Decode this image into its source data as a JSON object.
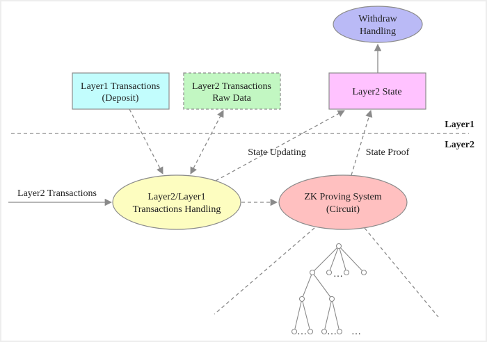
{
  "diagram": {
    "layers": {
      "upper": "Layer1",
      "lower": "Layer2"
    },
    "nodes": {
      "withdraw": {
        "line1": "Withdraw",
        "line2": "Handling",
        "shape": "ellipse",
        "fill": "#babaf6"
      },
      "layer2_state": {
        "line1": "Layer2 State",
        "shape": "box",
        "fill": "#ffc2ff"
      },
      "layer1_tx": {
        "line1": "Layer1 Transactions",
        "line2": "(Deposit)",
        "shape": "box",
        "fill": "#c2fdfd"
      },
      "layer2_raw": {
        "line1": "Layer2 Transactions",
        "line2": "Raw Data",
        "shape": "dashed-box",
        "fill": "#c2f7c2"
      },
      "handling": {
        "line1": "Layer2/Layer1",
        "line2": "Transactions Handling",
        "shape": "ellipse",
        "fill": "#fdfdc0"
      },
      "zk": {
        "line1": "ZK Proving System",
        "line2": "(Circuit)",
        "shape": "ellipse",
        "fill": "#ffc0c0"
      }
    },
    "edges": {
      "incoming_label": "Layer2 Transactions",
      "state_updating_label": "State Updating",
      "state_proof_label": "State Proof"
    },
    "tree": {
      "ellipsis_level1": "…",
      "ellipsis_left": "…",
      "ellipsis_mid": "…",
      "ellipsis_right": "…"
    },
    "colors": {
      "edge": "#8a8a8a",
      "text": "#1e1e1e"
    }
  }
}
